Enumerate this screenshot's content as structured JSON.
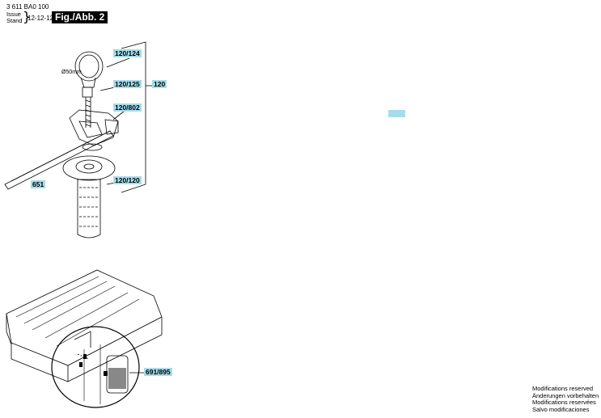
{
  "header": {
    "doc_number": "3 611 BA0 100",
    "issue_label": "Issue",
    "stand_label": "Stand",
    "date": "12-12-12",
    "figure_label": "Fig./Abb. 2"
  },
  "callouts": {
    "c120_124": "120/124",
    "c120_125": "120/125",
    "c120": "120",
    "c120_802": "120/802",
    "c120_120": "120/120",
    "c651": "651",
    "c691_895": "691/895"
  },
  "dimension_label": "Ø50mm",
  "footer": {
    "lines": [
      "Modifications reserved",
      "Änderungen vorbehalten",
      "Modifications reservées",
      "Salvo modificaciones"
    ]
  },
  "colors": {
    "callout_bg": "#a6dcea",
    "figure_label_bg": "#000000"
  }
}
